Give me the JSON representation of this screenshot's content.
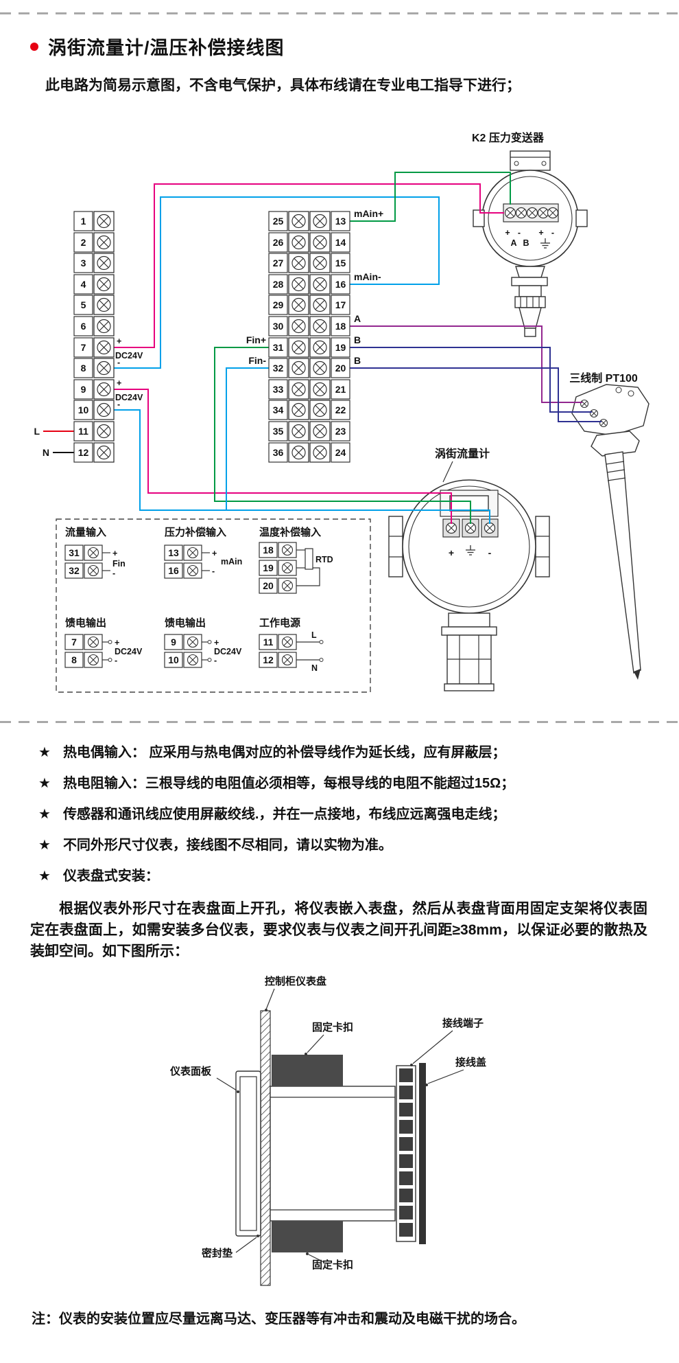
{
  "header": {
    "title": "涡街流量计/温压补偿接线图",
    "subtitle": "此电路为简易示意图，不含电气保护，具体布线请在专业电工指导下进行；"
  },
  "colors": {
    "accent": "#e60012",
    "separator": "#a8a8a8"
  },
  "wiring": {
    "left_block": [
      "1",
      "2",
      "3",
      "4",
      "5",
      "6",
      "7",
      "8",
      "9",
      "10",
      "11",
      "12"
    ],
    "right_block_left": [
      "25",
      "26",
      "27",
      "28",
      "29",
      "30",
      "31",
      "32",
      "33",
      "34",
      "35",
      "36"
    ],
    "right_block_right": [
      "13",
      "14",
      "15",
      "16",
      "17",
      "18",
      "19",
      "20",
      "21",
      "22",
      "23",
      "24"
    ],
    "labels": {
      "main_plus": "mAin+",
      "main_minus": "mAin-",
      "a": "A",
      "b1": "B",
      "b2": "B",
      "fin_plus": "Fin+",
      "fin_minus": "Fin-",
      "plus": "+",
      "minus": "-",
      "dc24v": "DC24V",
      "line": "L",
      "neutral": "N"
    },
    "devices": {
      "transmitter": "K2 压力变送器",
      "pt100": "三线制 PT100",
      "vortex": "涡街流量计",
      "transmitter_signs": [
        "+",
        "-",
        "+",
        "-"
      ],
      "transmitter_ab": [
        "A",
        "B"
      ]
    },
    "wire_colors": {
      "magenta": "#e6007e",
      "cyan": "#00a0e9",
      "green": "#009944",
      "purple": "#92278f",
      "navy": "#2e3192",
      "red": "#e60012",
      "black": "#111111"
    },
    "legend": {
      "flow": {
        "title": "流量输入",
        "rows": [
          "31",
          "32"
        ],
        "label": "Fin"
      },
      "pressure": {
        "title": "压力补偿输入",
        "rows": [
          "13",
          "16"
        ],
        "label": "mAin"
      },
      "temperature": {
        "title": "温度补偿输入",
        "rows": [
          "18",
          "19",
          "20"
        ],
        "label": "RTD"
      },
      "feed1": {
        "title": "馈电输出",
        "rows": [
          "7",
          "8"
        ],
        "label": "DC24V"
      },
      "feed2": {
        "title": "馈电输出",
        "rows": [
          "9",
          "10"
        ],
        "label": "DC24V"
      },
      "power": {
        "title": "工作电源",
        "rows": [
          "11",
          "12"
        ],
        "l": "L",
        "n": "N"
      }
    }
  },
  "note_bullet": "★",
  "notes": [
    "热电偶输入： 应采用与热电偶对应的补偿导线作为延长线，应有屏蔽层；",
    "热电阻输入：三根导线的电阻值必须相等，每根导线的电阻不能超过15Ω；",
    "传感器和通讯线应使用屏蔽绞线.，并在一点接地，布线应远离强电走线；",
    "不同外形尺寸仪表，接线图不尽相同，请以实物为准。",
    "仪表盘式安装："
  ],
  "installation": {
    "paragraph": "根据仪表外形尺寸在表盘面上开孔，将仪表嵌入表盘，然后从表盘背面用固定支架将仪表固定在表盘面上，如需安装多台仪表，要求仪表与仪表之间开孔间距≥38mm，以保证必要的散热及装卸空间。如下图所示：",
    "labels": {
      "panel": "控制柜仪表盘",
      "clip_top": "固定卡扣",
      "terminals": "接线端子",
      "cover": "接线盖",
      "faceplate": "仪表面板",
      "gasket": "密封垫",
      "clip_bottom": "固定卡扣"
    }
  },
  "footer": "注：仪表的安装位置应尽量远离马达、变压器等有冲击和震动及电磁干扰的场合。"
}
